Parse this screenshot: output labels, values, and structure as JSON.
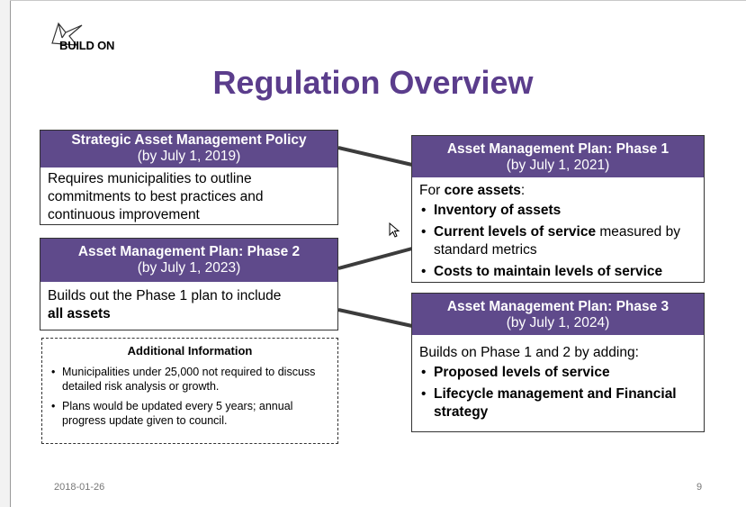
{
  "logo": {
    "text": "BUILD ON"
  },
  "title": "Regulation Overview",
  "policy": {
    "title": "Strategic Asset Management Policy",
    "date": "(by July 1, 2019)",
    "body": "Requires municipalities to outline commitments to best practices and continuous improvement"
  },
  "phase2": {
    "title": "Asset Management Plan: Phase 2",
    "date": "(by July 1, 2023)",
    "body_prefix": "Builds out the Phase 1 plan to include",
    "body_bold": "all assets"
  },
  "phase1": {
    "title": "Asset Management Plan: Phase 1",
    "date": "(by July 1, 2021)",
    "intro_prefix": "For",
    "intro_bold": "core assets",
    "intro_suffix": ":",
    "bullet1": "Inventory of assets",
    "bullet2_bold": "Current levels of service",
    "bullet2_rest": "measured by standard metrics",
    "bullet3": "Costs to maintain levels of service"
  },
  "phase3": {
    "title": "Asset Management Plan: Phase 3",
    "date": "(by July 1, 2024)",
    "intro": "Builds on Phase 1 and 2 by adding:",
    "bullet1": "Proposed levels of service",
    "bullet2": "Lifecycle management and Financial strategy"
  },
  "info": {
    "heading": "Additional Information",
    "items": [
      "Municipalities under 25,000 not required to discuss detailed risk analysis or growth.",
      "Plans would be updated every 5 years; annual progress update given to council."
    ]
  },
  "footer": {
    "date": "2018-01-26",
    "page": "9"
  },
  "colors": {
    "header_bg": "#5f4a8b",
    "title": "#5b3d8c"
  }
}
